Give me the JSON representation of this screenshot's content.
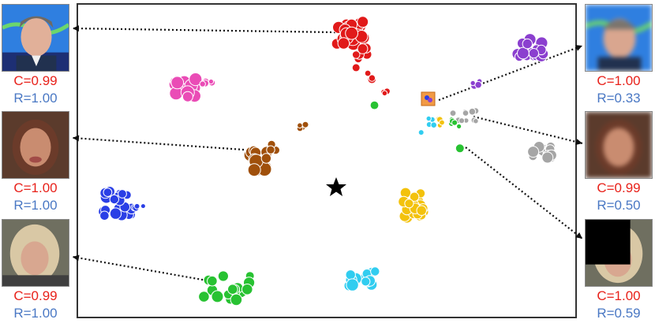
{
  "center_marker": "star-icon",
  "point_color": "#e8221b",
  "face_outline_color": "#6b3b2a",
  "clusters": [
    {
      "id": "red",
      "color": "#e11a1a"
    },
    {
      "id": "purple",
      "color": "#8b3fcf"
    },
    {
      "id": "pink",
      "color": "#ea4cb6"
    },
    {
      "id": "brown",
      "color": "#a0500b"
    },
    {
      "id": "gray",
      "color": "#a5a5a5"
    },
    {
      "id": "blue",
      "color": "#2a3fe6"
    },
    {
      "id": "yellow",
      "color": "#f3c20c"
    },
    {
      "id": "green",
      "color": "#28c232"
    },
    {
      "id": "cyan",
      "color": "#31cdf0"
    }
  ],
  "faces_left": [
    {
      "id": "face-left-1",
      "c_label": "C=0.99",
      "r_label": "R=1.00",
      "blurred": false
    },
    {
      "id": "face-left-2",
      "c_label": "C=1.00",
      "r_label": "R=1.00",
      "blurred": false
    },
    {
      "id": "face-left-3",
      "c_label": "C=0.99",
      "r_label": "R=1.00",
      "blurred": false
    }
  ],
  "faces_right": [
    {
      "id": "face-right-1",
      "c_label": "C=1.00",
      "r_label": "R=0.33",
      "blurred": true
    },
    {
      "id": "face-right-2",
      "c_label": "C=0.99",
      "r_label": "R=0.50",
      "blurred": true
    },
    {
      "id": "face-right-3",
      "c_label": "C=1.00",
      "r_label": "R=0.59",
      "blurred": false
    }
  ]
}
